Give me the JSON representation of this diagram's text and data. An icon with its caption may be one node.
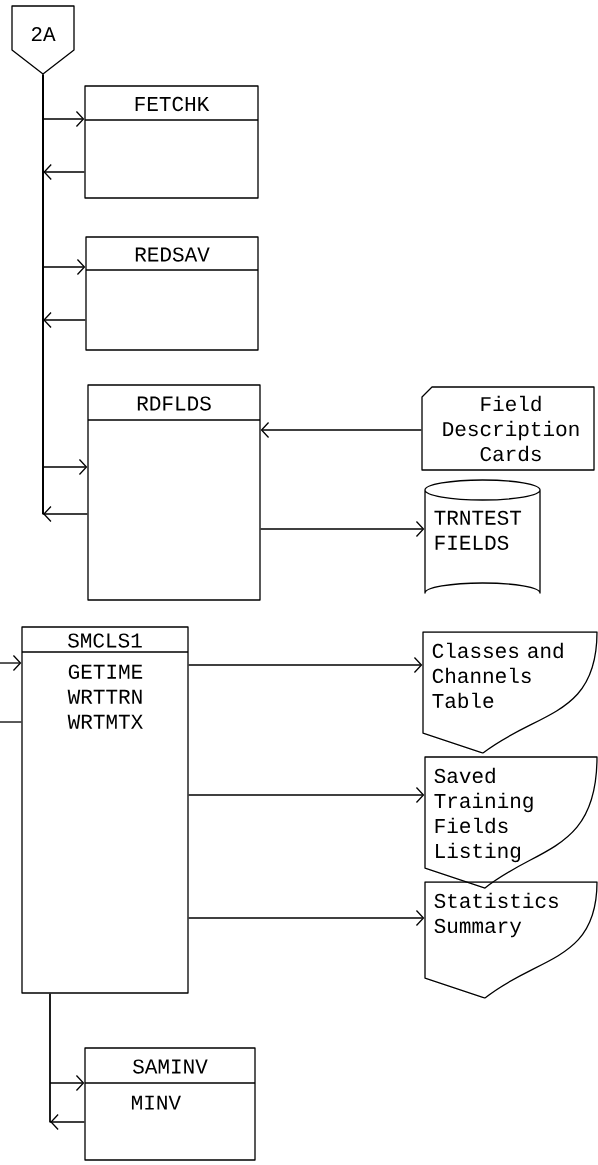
{
  "diagram": {
    "nodes": [
      {
        "text": [
          "2A"
        ]
      },
      {
        "text": [
          "FETCHK"
        ]
      },
      {
        "text": [
          "REDSAV"
        ]
      },
      {
        "text": [
          "RDFLDS"
        ]
      },
      {
        "text": [
          "Field Description Cards"
        ]
      },
      {
        "text": [
          "TRNTEST FIELDS"
        ]
      },
      {
        "text": [
          "SMCLS1",
          "GETIME WRTTRN WRTMTX"
        ]
      },
      {
        "text": [
          "Classes and Channels Table"
        ]
      },
      {
        "text": [
          "Saved Training Fields Listing"
        ]
      },
      {
        "text": [
          "Statistics Summary"
        ]
      },
      {
        "text": [
          "SAMINV",
          "MINV"
        ]
      }
    ],
    "edges": [
      {
        "from": 0,
        "to": 1,
        "arrow": "to"
      },
      {
        "from": 1,
        "to": 0,
        "arrow": "to"
      },
      {
        "from": 0,
        "to": 2,
        "arrow": "to"
      },
      {
        "from": 2,
        "to": 0,
        "arrow": "to"
      },
      {
        "from": 0,
        "to": 3,
        "arrow": "to"
      },
      {
        "from": 3,
        "to": 0,
        "arrow": "to"
      },
      {
        "from": 4,
        "to": 3,
        "arrow": "to"
      },
      {
        "from": 3,
        "to": 5,
        "arrow": "to"
      },
      {
        "from": null,
        "to": 6,
        "arrow": "to"
      },
      {
        "from": 6,
        "to": null,
        "arrow": "none"
      },
      {
        "from": 6,
        "to": 7,
        "arrow": "to"
      },
      {
        "from": 6,
        "to": 8,
        "arrow": "to"
      },
      {
        "from": 6,
        "to": 9,
        "arrow": "to"
      },
      {
        "from": 6,
        "to": 10,
        "arrow": "to"
      },
      {
        "from": 10,
        "to": 6,
        "arrow": "to"
      }
    ]
  }
}
